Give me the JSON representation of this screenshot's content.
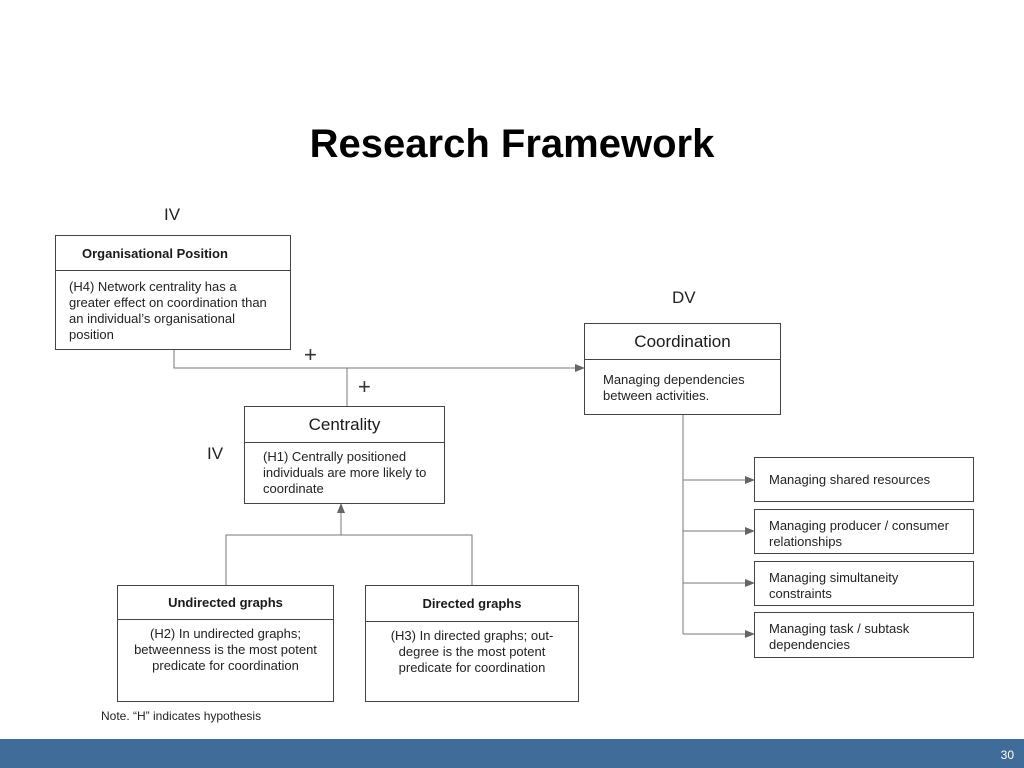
{
  "title": "Research Framework",
  "labels": {
    "iv_top": "IV",
    "iv_mid": "IV",
    "dv": "DV",
    "plus_1": "+",
    "plus_2": "+"
  },
  "org_position": {
    "heading": "Organisational Position",
    "body": "(H4) Network centrality has a greater effect on coordination than an individual’s organisational position"
  },
  "centrality": {
    "heading": "Centrality",
    "body": "(H1) Centrally positioned individuals are more likely to coordinate"
  },
  "coordination": {
    "heading": "Coordination",
    "body": "Managing dependencies between activities."
  },
  "undirected": {
    "heading": "Undirected graphs",
    "body": "(H2) In undirected graphs; betweenness is the most potent predicate for coordination"
  },
  "directed": {
    "heading": "Directed graphs",
    "body": "(H3) In directed graphs; out-degree is the most potent predicate for coordination"
  },
  "dependencies": [
    "Managing shared resources",
    "Managing producer / consumer relationships",
    "Managing simultaneity constraints",
    "Managing task / subtask dependencies"
  ],
  "note": "Note. “H” indicates hypothesis",
  "footer": {
    "page_number": "30",
    "color": "#3f6c99"
  }
}
